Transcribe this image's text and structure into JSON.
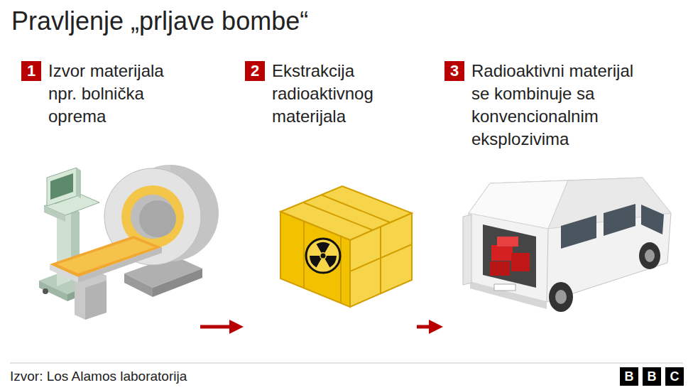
{
  "diagram": {
    "title": "Pravljenje „prljave bombe“",
    "caption": "Izvor: Los Alamos laboratorija",
    "nodes": [
      {
        "text": [
          "1",
          "Izvor materijala npr. bolnička oprema"
        ]
      },
      {
        "text": [
          "2",
          "Ekstrakcija radioaktivnog materijala"
        ]
      },
      {
        "text": [
          "3",
          "Radioaktivni materijal se kombinuje sa konvencionalnim eksplozivima"
        ]
      }
    ],
    "edges": [
      {
        "from": 0,
        "to": 1,
        "arrow": "to"
      },
      {
        "from": 1,
        "to": 2,
        "arrow": "to"
      }
    ],
    "labels": [
      "B",
      "B",
      "C"
    ]
  }
}
